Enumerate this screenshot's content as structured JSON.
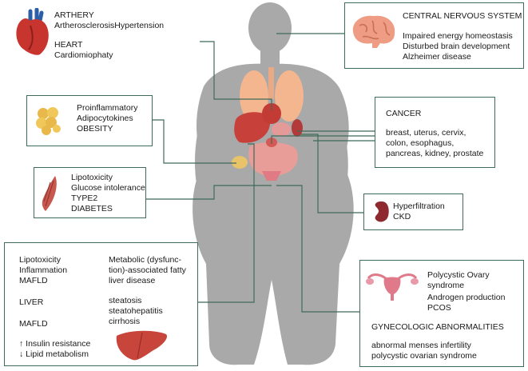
{
  "artery": {
    "title": "ARTHERY",
    "conditions": "ArtherosclerosisHypertension",
    "heart_title": "HEART",
    "heart_condition": "Cardiomiophaty",
    "icon": "heart-icon"
  },
  "cns": {
    "title": "CENTRAL NERVOUS SYSTEM",
    "line1": "Impaired energy homeostasis",
    "line2": "Disturbed brain development",
    "line3": "Alzheimer disease",
    "icon": "brain-icon"
  },
  "adipose": {
    "line1": "Proinflammatory",
    "line2": "Adipocytokines",
    "line3": "OBESITY",
    "icon": "adipose-tissue-icon"
  },
  "cancer": {
    "title": "CANCER",
    "line1": "breast, uterus, cervix,",
    "line2": "colon, esophagus,",
    "line3": "pancreas, kidney, prostate"
  },
  "muscle": {
    "line1": "Lipotoxicity",
    "line2": "Glucose intolerance",
    "line3": "TYPE2",
    "line4": "DIABETES",
    "icon": "muscle-icon"
  },
  "kidney": {
    "line1": "Hyperfiltration",
    "line2": "CKD",
    "icon": "kidney-icon"
  },
  "liver": {
    "left1": "Lipotoxicity",
    "left2": "Inflammation",
    "left3": "MAFLD",
    "left4": "LIVER",
    "left5": "MAFLD",
    "left6": "↑ Insulin resistance",
    "left7": "↓ Lipid metabolism",
    "right1": "Metabolic (dysfunc-",
    "right2": "tion)-associated fatty",
    "right3": "liver disease",
    "right4": "steatosis",
    "right5": "steatohepatitis",
    "right6": "cirrhosis",
    "icon": "liver-icon"
  },
  "gyne": {
    "line1": "Polycystic Ovary",
    "line2": "syndrome",
    "line3": "Androgen production",
    "line4": "PCOS",
    "title": "GYNECOLOGIC ABNORMALITIES",
    "line5": "abnormal menses infertility",
    "line6": "polycystic ovarian syndrome",
    "icon": "uterus-icon"
  },
  "colors": {
    "border": "#3f6b5a",
    "silhouette": "#a8a8a8",
    "organ_red": "#c8403a",
    "lung": "#f1b38a"
  }
}
